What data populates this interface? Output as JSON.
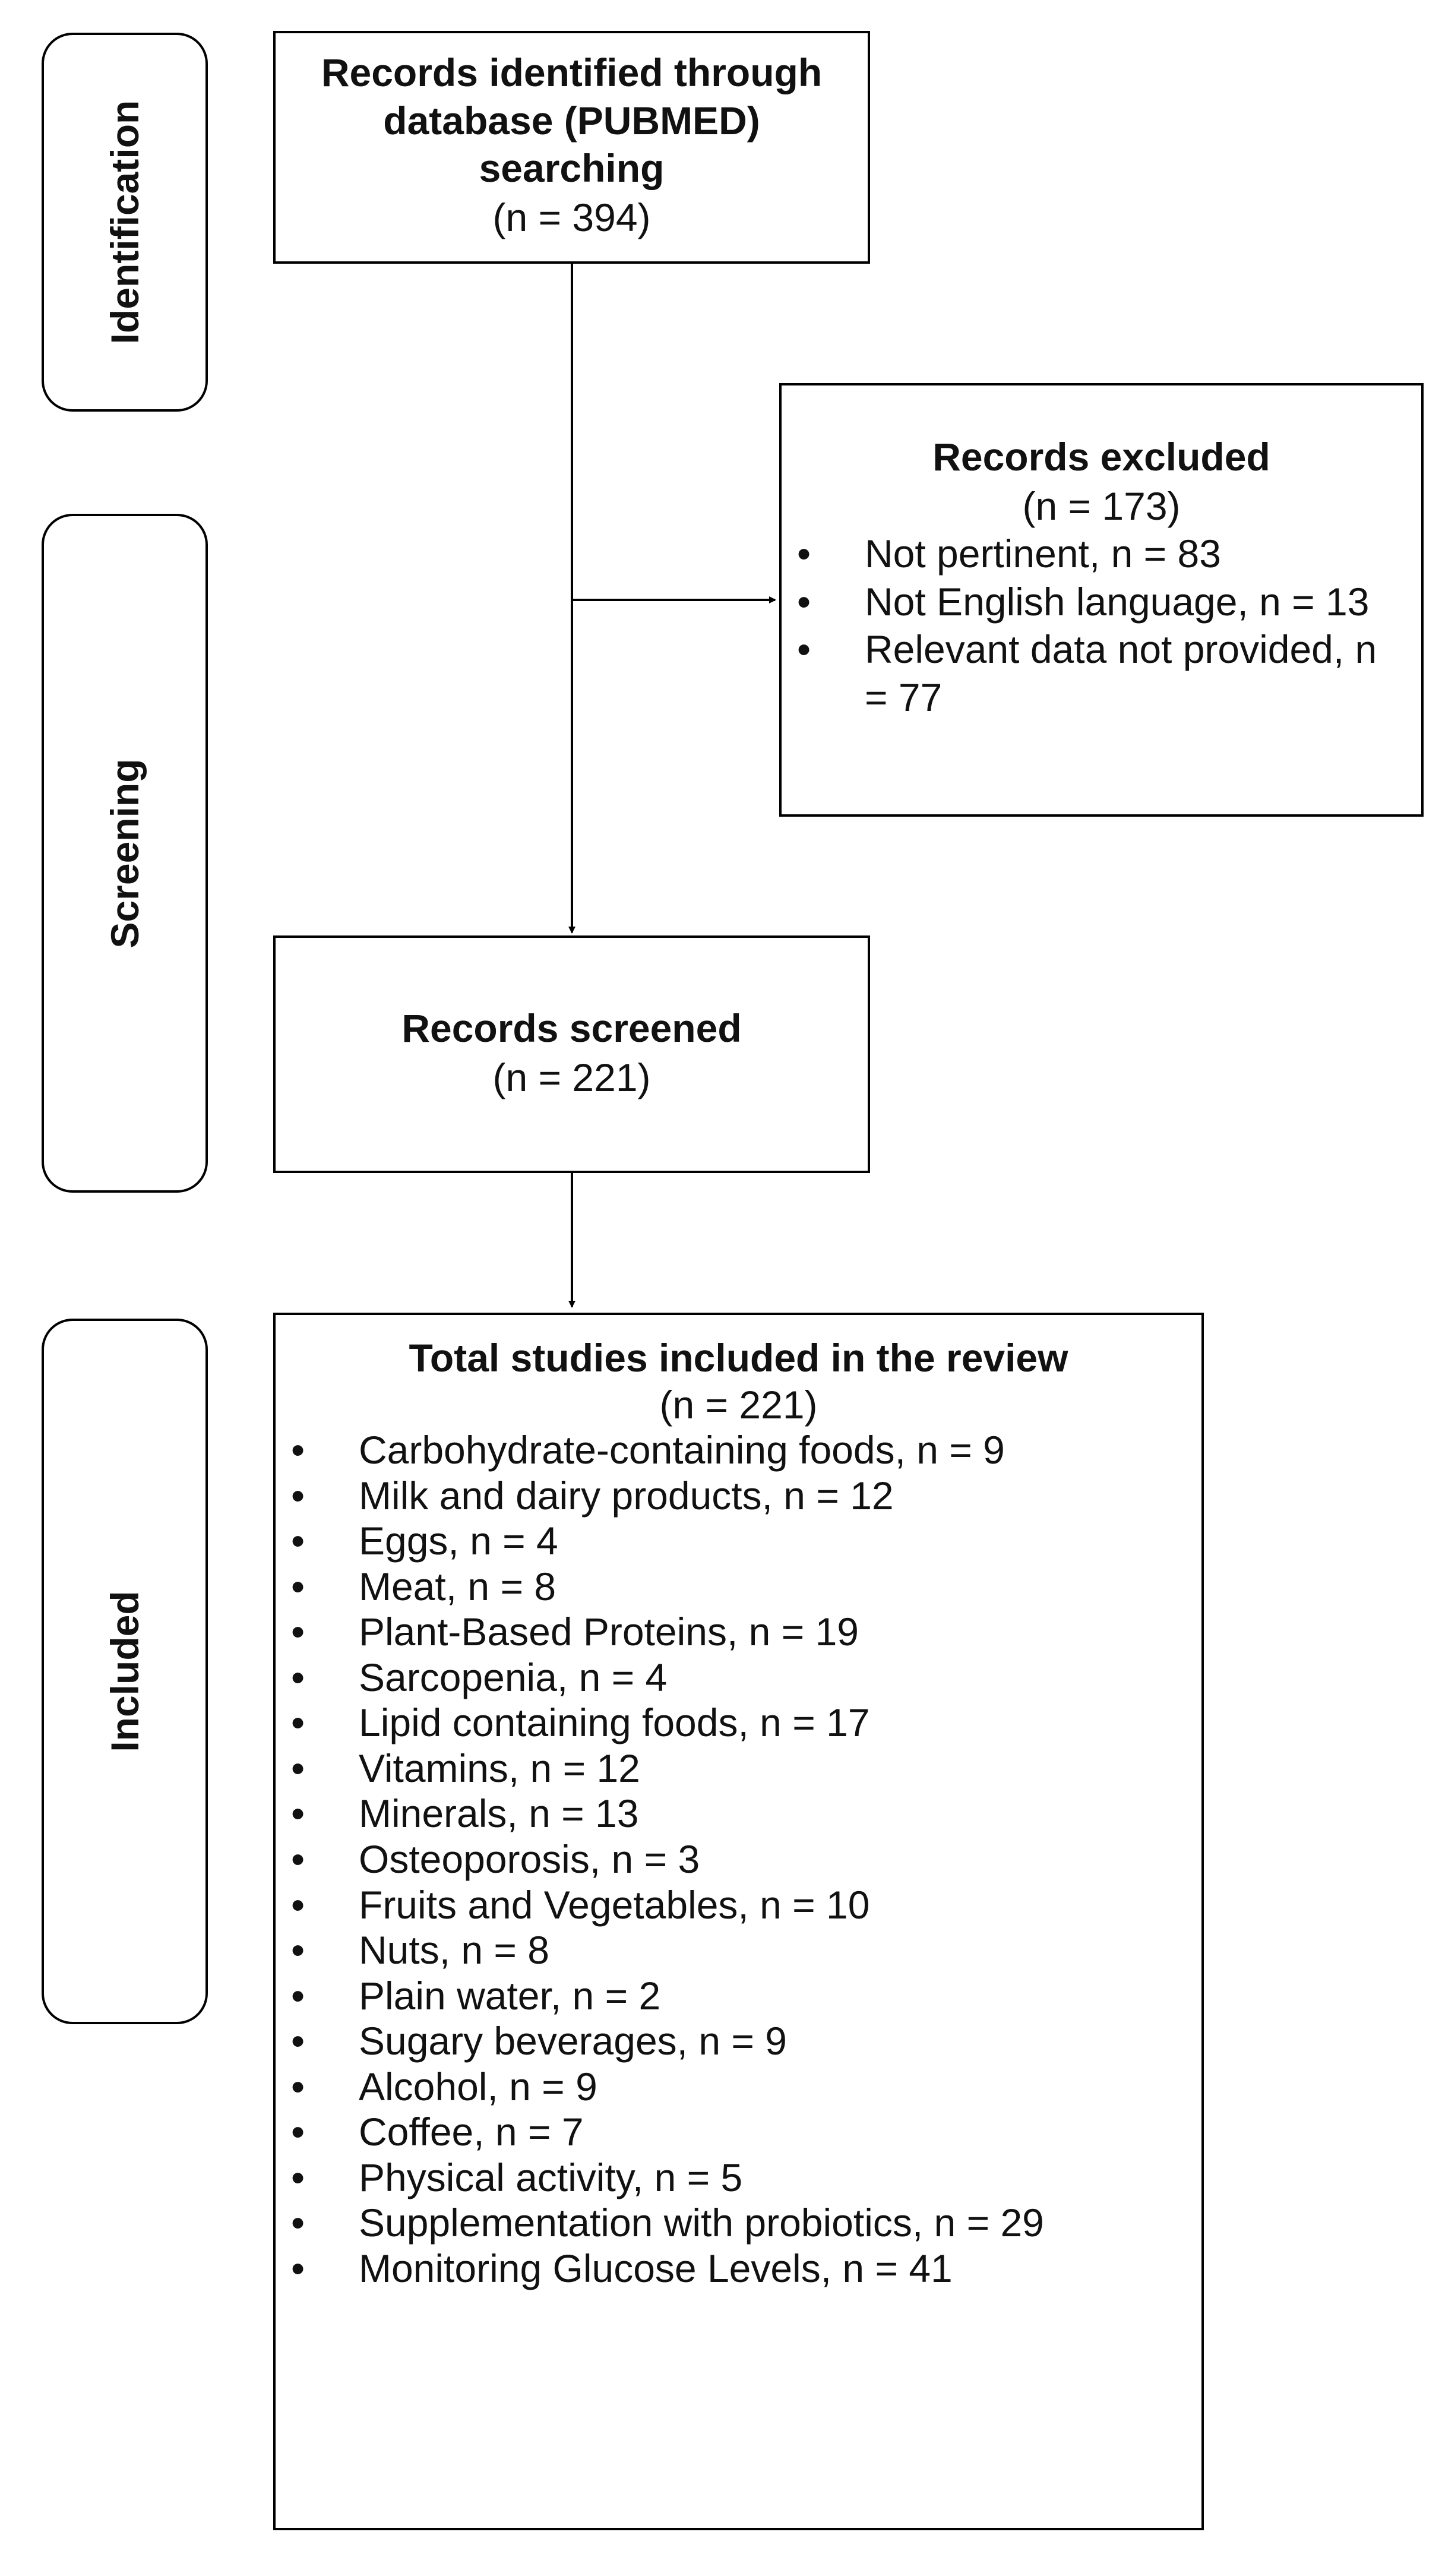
{
  "stages": [
    {
      "label": "Identification"
    },
    {
      "label": "Screening"
    },
    {
      "label": "Included"
    }
  ],
  "identified": {
    "title_lines": [
      "Records identified through",
      "database (PUBMED)",
      "searching"
    ],
    "count": "(n = 394)"
  },
  "excluded": {
    "title": "Records excluded",
    "count": "(n = 173)",
    "items": [
      "Not pertinent, n = 83",
      "Not English language, n = 13",
      "Relevant data not provided, n = 77"
    ]
  },
  "screened": {
    "title": "Records screened",
    "count": "(n = 221)"
  },
  "included": {
    "title": "Total studies included in the review",
    "count": "(n = 221)",
    "items": [
      "Carbohydrate-containing foods, n = 9",
      "Milk and dairy products, n = 12",
      "Eggs, n = 4",
      "Meat, n = 8",
      "Plant-Based Proteins, n = 19",
      "Sarcopenia, n = 4",
      "Lipid containing foods, n = 17",
      "Vitamins, n = 12",
      "Minerals, n = 13",
      "Osteoporosis, n = 3",
      "Fruits and Vegetables, n = 10",
      "Nuts, n = 8",
      "Plain water, n = 2",
      "Sugary beverages, n = 9",
      "Alcohol, n = 9",
      "Coffee, n = 7",
      "Physical activity, n = 5",
      "Supplementation with probiotics, n = 29",
      "Monitoring Glucose Levels, n = 41"
    ]
  }
}
